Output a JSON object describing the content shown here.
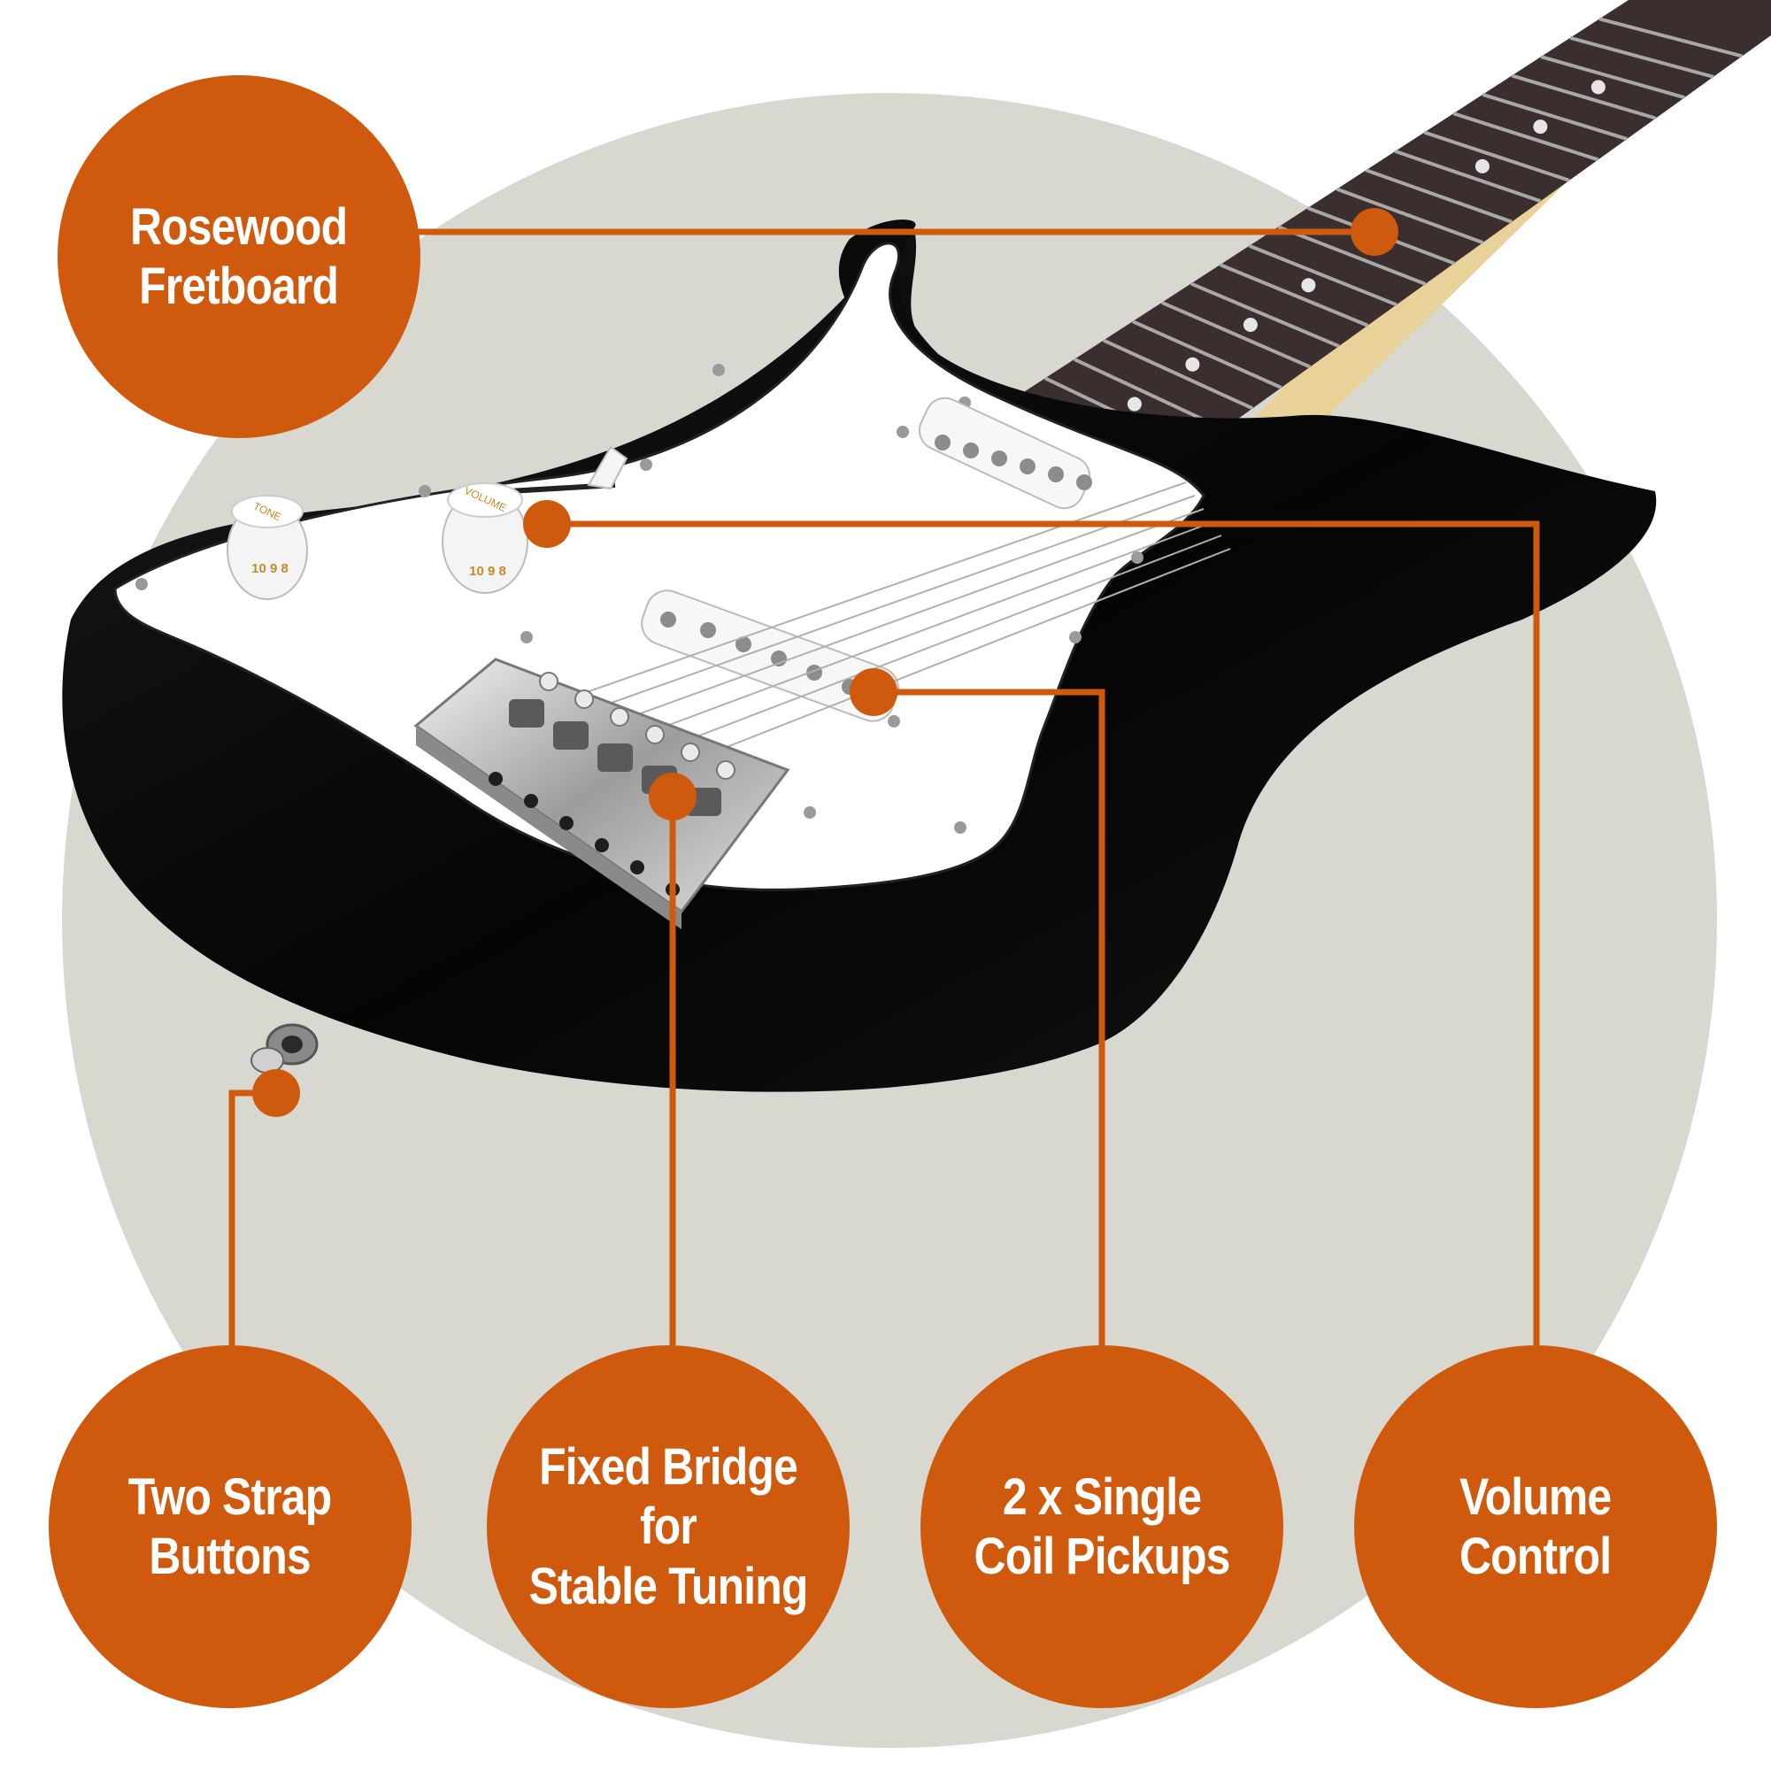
{
  "colors": {
    "accent": "#cf5a0d",
    "backdrop": "#d9d8d0",
    "guitar_body": "#0a0a0a",
    "pickguard": "#ffffff",
    "fretboard": "#3a2f2e",
    "hardware": "#c9c9c9",
    "knob_number": "#c48a2a"
  },
  "knobs": {
    "tone_label": "TONE",
    "volume_label": "VOLUME",
    "numbers": "10 9 8"
  },
  "callouts": {
    "fretboard": "Rosewood\nFretboard",
    "strap": "Two Strap\nButtons",
    "bridge": "Fixed Bridge for\nStable Tuning",
    "pickups": "2 x Single\nCoil Pickups",
    "volume": "Volume\nControl"
  }
}
